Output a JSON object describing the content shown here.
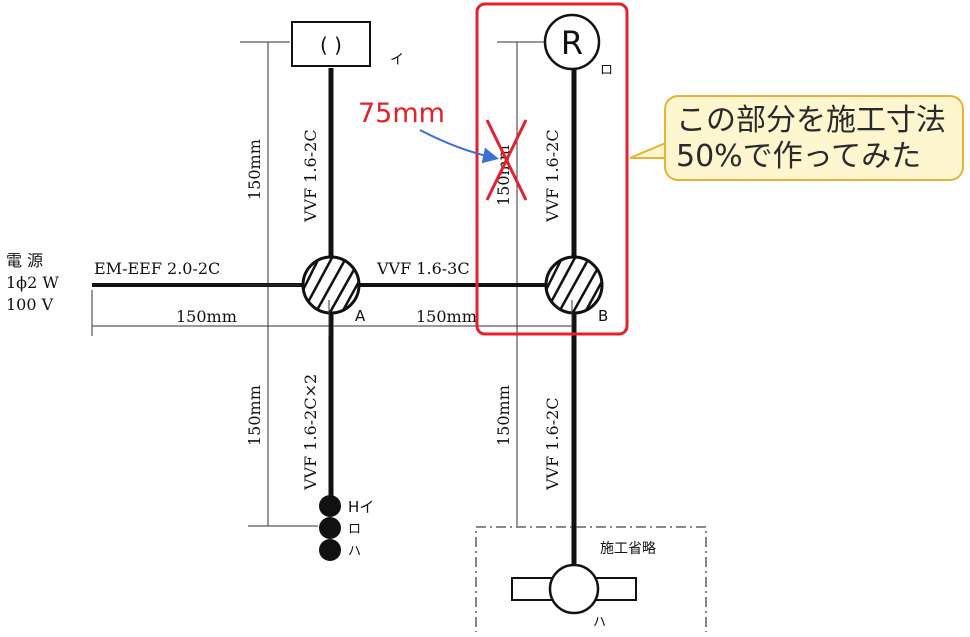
{
  "power_source": {
    "line1": "電 源",
    "line2": "1ϕ2 W",
    "line3": "100 V"
  },
  "cables": {
    "main_feed": "EM-EEF 2.0-2C",
    "branch_a_up": "VVF 1.6-2C",
    "branch_a_down": "VVF 1.6-2C×2",
    "a_to_b": "VVF 1.6-3C",
    "branch_b_up": "VVF 1.6-2C",
    "branch_b_down": "VVF 1.6-2C"
  },
  "dimensions": {
    "source_to_a": "150mm",
    "a_to_b": "150mm",
    "a_up": "150mm",
    "a_down": "150mm",
    "b_up": "150mm",
    "b_down": "150mm"
  },
  "junctions": {
    "a": "A",
    "b": "B"
  },
  "fixtures": {
    "light_i_symbol": "( )",
    "light_i_label": "イ",
    "receptacle_symbol": "R",
    "receptacle_label": "ロ",
    "switch_labels": [
      "Hイ",
      "ロ",
      "ハ"
    ],
    "lamp_label": "ハ",
    "omitted_area": "施工省略"
  },
  "annotation": {
    "reduced_length": "75mm",
    "callout_line1": "この部分を施工寸法",
    "callout_line2": "50%で作ってみた"
  },
  "colors": {
    "highlight": "#e5202a",
    "arrow": "#3a6fd8",
    "callout_fill": "#fdf6cf",
    "callout_border": "#e8b234"
  }
}
